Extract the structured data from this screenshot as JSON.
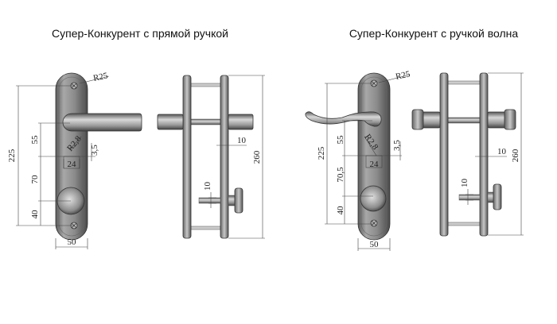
{
  "titles": {
    "left": "Супер-Конкурент с прямой ручкой",
    "right": "Супер-Конкурент с ручкой волна"
  },
  "left_drawing": {
    "radius_top": "R25",
    "radius_small": "R2,8",
    "offset": "3,5",
    "square": "24",
    "height_total": "225",
    "dist_handle": "55",
    "dist_cylinder": "70",
    "dist_bottom": "40",
    "width": "50",
    "plate_gap": "10",
    "height_plate": "260",
    "thumbturn_offset": "10"
  },
  "right_drawing": {
    "radius_top": "R25",
    "radius_small": "R2,8",
    "offset": "3,5",
    "square": "24",
    "height_total": "225",
    "dist_handle": "55",
    "dist_cylinder": "70,5",
    "dist_bottom": "40",
    "width": "50",
    "plate_gap": "10",
    "height_plate": "260",
    "thumbturn_offset": "10"
  }
}
